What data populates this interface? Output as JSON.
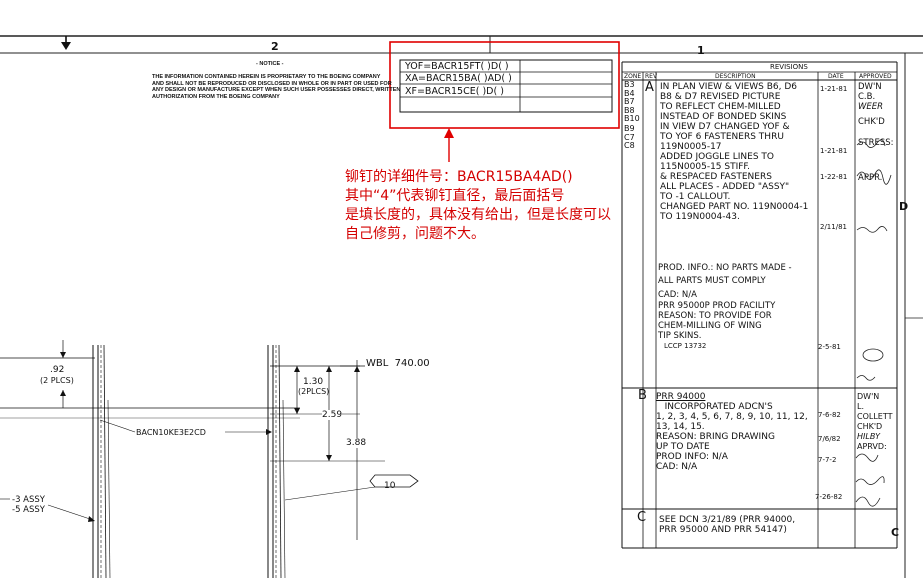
{
  "zones": {
    "top_left": "2",
    "top_right": "1",
    "right_d": "D",
    "right_c": "C"
  },
  "notice": {
    "title": "- NOTICE -",
    "lines": [
      "THE INFORMATION CONTAINED HEREIN IS PROPRIETARY TO THE BOEING COMPANY",
      "AND SHALL NOT BE REPRODUCED OR DISCLOSED IN WHOLE OR IN PART OR USED FOR",
      "ANY DESIGN OR MANUFACTURE EXCEPT WHEN SUCH USER POSSESSES DIRECT, WRITTEN",
      "AUTHORIZATION FROM THE BOEING COMPANY"
    ]
  },
  "part_table": {
    "rows": [
      "YOF=BACR15FT( )D( )",
      "XA=BACR15BA( )AD( )",
      "XF=BACR15CE( )D( )"
    ]
  },
  "annotation": {
    "lines": [
      "铆钉的详细件号：BACR15BA4AD()",
      "其中“4”代表铆钉直径，最后面括号",
      "是填长度的，具体没有给出，但是长度可以",
      "自己修剪，问题不大。"
    ]
  },
  "revisions": {
    "title": "REVISIONS",
    "headers": {
      "zone": "ZONE",
      "rev": "REV",
      "description": "DESCRIPTION",
      "date": "DATE",
      "approved": "APPROVED"
    },
    "rev_a": {
      "letter": "A",
      "zones": [
        "B3",
        "B4",
        "B7",
        "B8",
        "B10",
        "B9",
        "",
        "C7",
        "C8"
      ],
      "description": [
        "IN PLAN VIEW & VIEWS B6, D6",
        "B8 & D7 REVISED PICTURE",
        "TO REFLECT CHEM-MILLED",
        "INSTEAD OF BONDED SKINS",
        "IN VIEW D7 CHANGED YOF &",
        "TO YOF 6 FASTENERS THRU",
        "119N0005-17",
        "ADDED JOGGLE LINES TO",
        "115N0005-15 STIFF.",
        "& RESPACED FASTENERS",
        "ALL PLACES - ADDED \"ASSY\"",
        "TO -1 CALLOUT.",
        "CHANGED PART NO. 119N0004-1",
        "TO 119N0004-43."
      ],
      "dates": [
        "1-21-81",
        "1-21-81",
        "1-22-81",
        "2/11/81"
      ],
      "approvals": [
        "DW'N",
        "C.B.",
        "WEER",
        "CHK'D",
        "STRESS:",
        "APPR."
      ],
      "prod_info": [
        "PROD. INFO.: NO PARTS MADE -",
        "ALL PARTS MUST COMPLY"
      ],
      "cad": "CAD: N/A",
      "prr": [
        "PRR 95000P PROD FACILITY",
        "REASON: TO PROVIDE FOR",
        "CHEM-MILLING OF WING",
        "TIP SKINS.",
        "LCCP 13732"
      ],
      "prr_date": "2-5-81"
    },
    "rev_b": {
      "letter": "B",
      "description": [
        "PRR 94000",
        "   INCORPORATED ADCN'S",
        "1, 2, 3, 4, 5, 6, 7, 8, 9, 10, 11, 12,",
        "13, 14, 15.",
        "REASON: BRING DRAWING",
        "UP TO DATE",
        "PROD INFO: N/A",
        "CAD: N/A"
      ],
      "dates": [
        "7-6-82",
        "7/6/82",
        "7-7-2",
        "7-26-82"
      ],
      "approvals": [
        "DW'N",
        "L.",
        "COLLETT",
        "CHK'D",
        "HILBY",
        "APRVD:"
      ]
    },
    "rev_c": {
      "letter": "C",
      "description": [
        "SEE DCN 3/21/89 (PRR 94000,",
        "PRR 95000 AND PRR 54147)"
      ]
    }
  },
  "drawing": {
    "dim_092": ".92",
    "dim_2plcs": "(2 PLCS)",
    "wbl": "WBL  740.00",
    "dim_130": "1.30",
    "dim_130_plcs": "(2PLCS)",
    "dim_259": "2.59",
    "dim_388": "3.88",
    "rivet_callout": "BACN10KE3E2CD",
    "balloon": "10",
    "assy_1": "-3 ASSY",
    "assy_2": "-5 ASSY"
  }
}
